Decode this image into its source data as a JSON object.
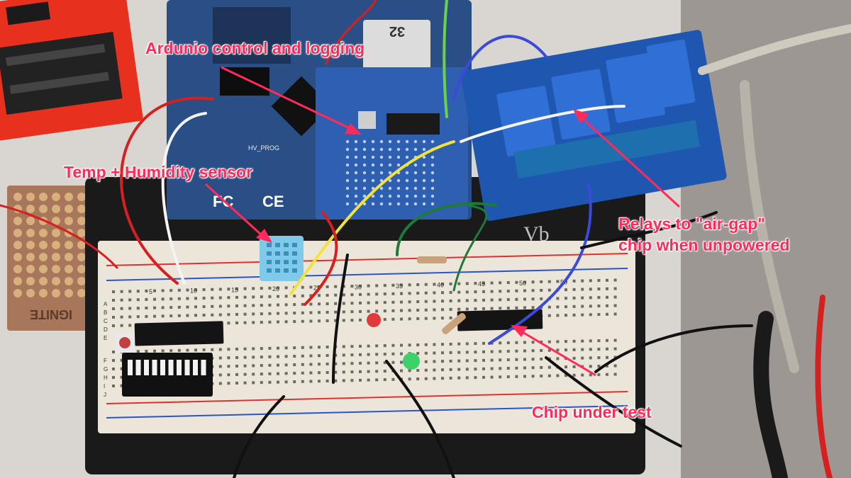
{
  "callouts": {
    "arduino": "Ardunio control and logging",
    "sensor": "Temp + Humidity sensor",
    "relays": "Relays to \"air-gap\"\nchip when unpowered",
    "chip": "Chip under test"
  },
  "printed_labels": {
    "sd_card": "32",
    "hv_prog": "HV_PROG",
    "fcc": "FC",
    "ce": "CE",
    "ignite": "IGNITE",
    "breadboard_columns": [
      "5",
      "10",
      "15",
      "20",
      "25",
      "30",
      "35",
      "40",
      "45",
      "50",
      "55"
    ],
    "breadboard_rows_top": [
      "A",
      "B",
      "C",
      "D",
      "E"
    ],
    "breadboard_rows_bottom": [
      "F",
      "G",
      "H",
      "I",
      "J"
    ],
    "vb": "Vb"
  },
  "colors": {
    "callout_text": "#ff2a5a",
    "arrow": "#ff2a5a",
    "breadboard": "#ece6da",
    "arduino_board": "#2a4f86",
    "relay_module": "#1f57b0",
    "relay_cube": "#2f6fd6",
    "red_board": "#e8301e"
  }
}
